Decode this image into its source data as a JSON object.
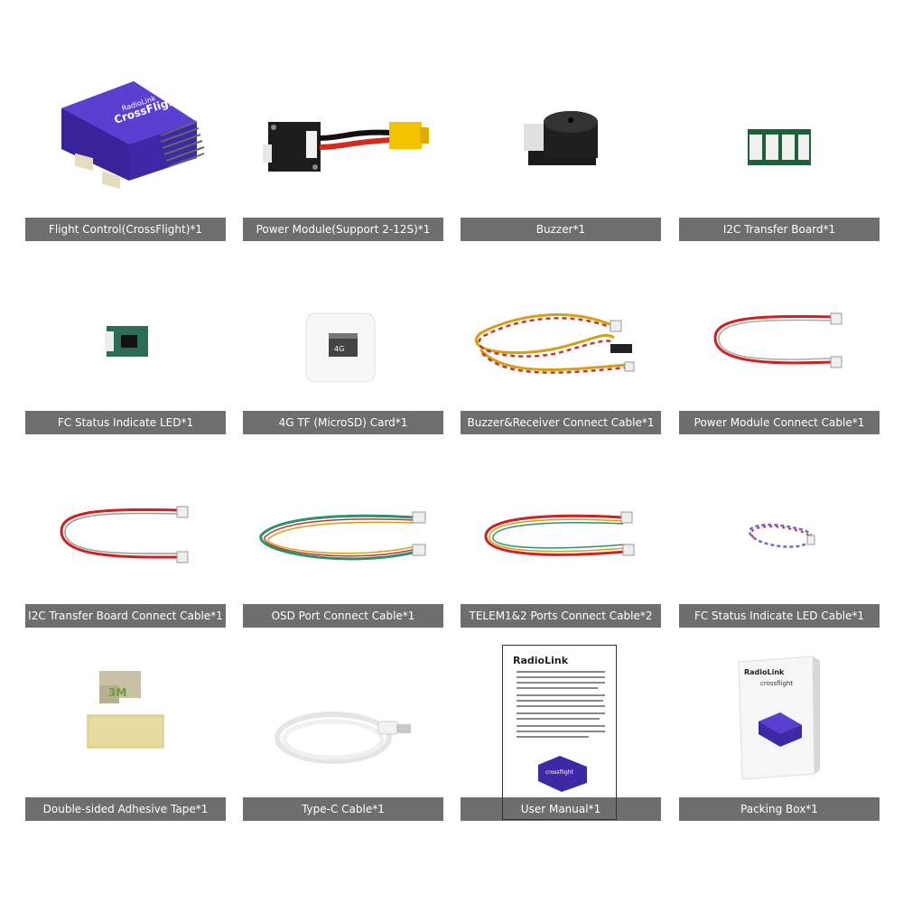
{
  "items": [
    {
      "label": "Flight Control(CrossFlight)*1",
      "brand": "RadioLink",
      "model": "CrossFlight"
    },
    {
      "label": "Power Module(Support 2-12S)*1"
    },
    {
      "label": "Buzzer*1"
    },
    {
      "label": "I2C Transfer Board*1"
    },
    {
      "label": "FC Status Indicate LED*1"
    },
    {
      "label": "4G TF (MicroSD) Card*1",
      "card_text": "4G"
    },
    {
      "label": "Buzzer&Receiver Connect Cable*1"
    },
    {
      "label": "Power Module Connect Cable*1"
    },
    {
      "label": "I2C Transfer Board Connect Cable*1"
    },
    {
      "label": "OSD Port Connect Cable*1"
    },
    {
      "label": "TELEM1&2 Ports Connect Cable*2"
    },
    {
      "label": "FC Status Indicate LED Cable*1"
    },
    {
      "label": "Double-sided Adhesive Tape*1",
      "tape_text": "3M"
    },
    {
      "label": "Type-C Cable*1"
    },
    {
      "label": "User Manual*1",
      "brand": "RadioLink",
      "model": "crossflight"
    },
    {
      "label": "Packing Box*1",
      "brand": "RadioLink",
      "model": "crossflight"
    }
  ],
  "colors": {
    "label_bg": "#6e6e6e",
    "label_text": "#ffffff",
    "fc_purple": "#4a2fb0"
  }
}
